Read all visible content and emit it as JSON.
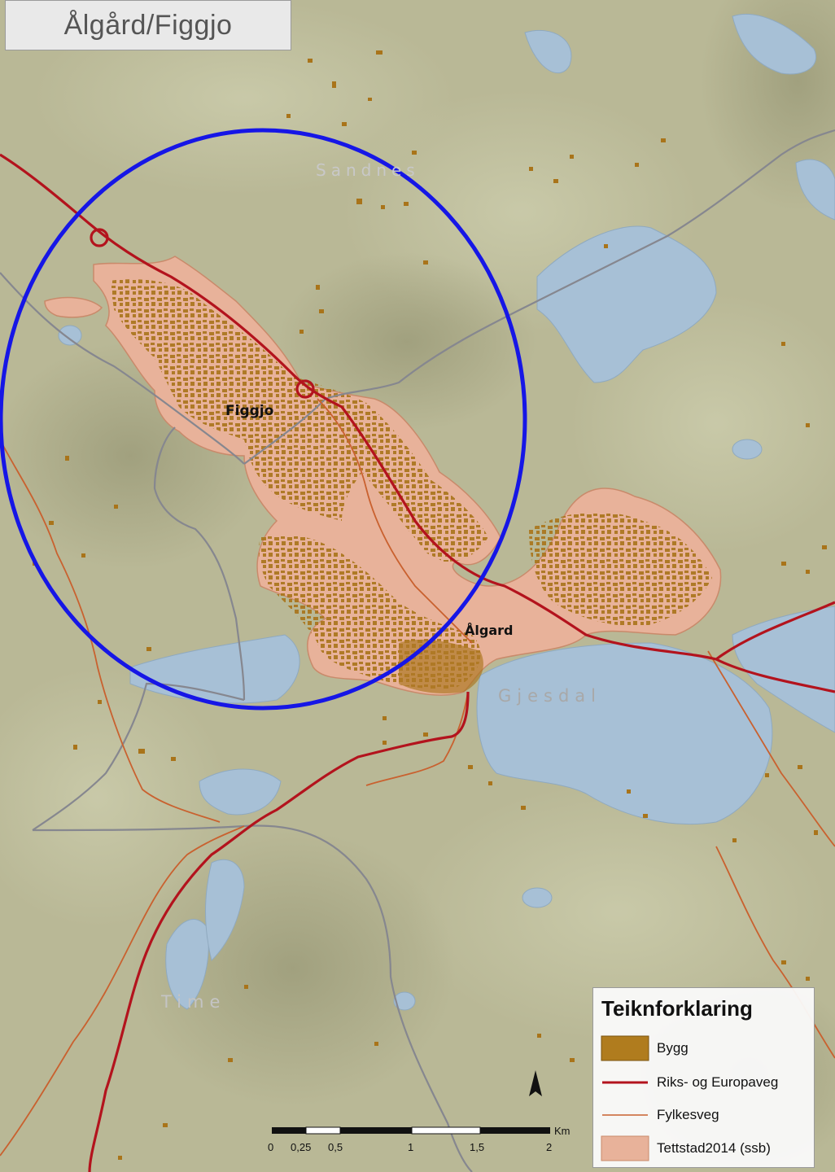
{
  "map": {
    "title": "Ålgård/Figgjo",
    "places": {
      "figgjo": "Figgjo",
      "algard": "Ålgard",
      "sandnes": "Sandnes",
      "gjesdal": "Gjesdal",
      "time": "Time"
    },
    "legend": {
      "title": "Teiknforklaring",
      "items": [
        {
          "label": "Bygg",
          "color": "#b07c1e"
        },
        {
          "label": "Riks- og Europaveg",
          "color": "#b3131d"
        },
        {
          "label": "Fylkesveg",
          "color": "#c9612f"
        },
        {
          "label": "Tettstad2014 (ssb)",
          "color": "#e8b29a"
        }
      ]
    },
    "scalebar": {
      "unit": "Km",
      "ticks": [
        "0",
        "0,25",
        "0,5",
        "1",
        "1,5",
        "2"
      ]
    },
    "north_arrow": "north-arrow",
    "colors": {
      "terrain": "#b9b896",
      "water": "#a7c0d6",
      "highlight_circle": "#1616e6",
      "boundary": "#86878f"
    }
  }
}
